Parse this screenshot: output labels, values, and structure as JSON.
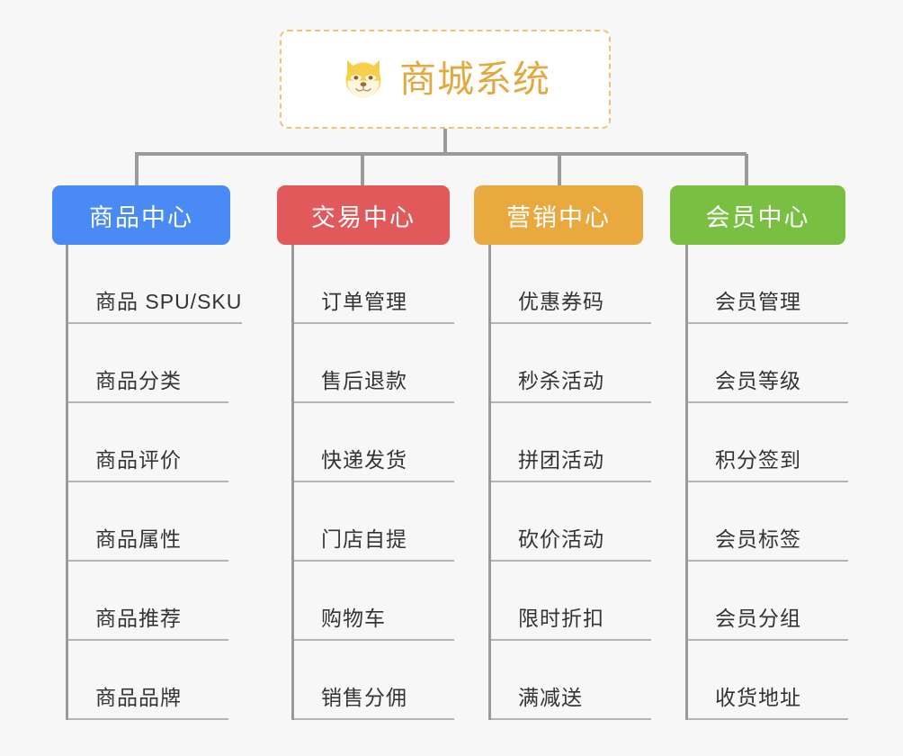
{
  "diagram": {
    "title": "商城系统",
    "root_icon": "shiba-dog-face-icon",
    "background_color": "#f7f7f7",
    "connector_color": "#9a9a9a",
    "root": {
      "label": "商城系统",
      "text_color": "#e3a940",
      "border_color": "#f0c370",
      "background_color": "#ffffff"
    },
    "categories": [
      {
        "label": "商品中心",
        "color": "#4a8af4",
        "items": [
          {
            "label": "商品 SPU/SKU"
          },
          {
            "label": "商品分类"
          },
          {
            "label": "商品评价"
          },
          {
            "label": "商品属性"
          },
          {
            "label": "商品推荐"
          },
          {
            "label": "商品品牌"
          }
        ]
      },
      {
        "label": "交易中心",
        "color": "#e2595b",
        "items": [
          {
            "label": "订单管理"
          },
          {
            "label": "售后退款"
          },
          {
            "label": "快递发货"
          },
          {
            "label": "门店自提"
          },
          {
            "label": "购物车"
          },
          {
            "label": "销售分佣"
          }
        ]
      },
      {
        "label": "营销中心",
        "color": "#eaa93f",
        "items": [
          {
            "label": "优惠券码"
          },
          {
            "label": "秒杀活动"
          },
          {
            "label": "拼团活动"
          },
          {
            "label": "砍价活动"
          },
          {
            "label": "限时折扣"
          },
          {
            "label": "满减送"
          }
        ]
      },
      {
        "label": "会员中心",
        "color": "#79c042",
        "items": [
          {
            "label": "会员管理"
          },
          {
            "label": "会员等级"
          },
          {
            "label": "积分签到"
          },
          {
            "label": "会员标签"
          },
          {
            "label": "会员分组"
          },
          {
            "label": "收货地址"
          }
        ]
      }
    ]
  }
}
